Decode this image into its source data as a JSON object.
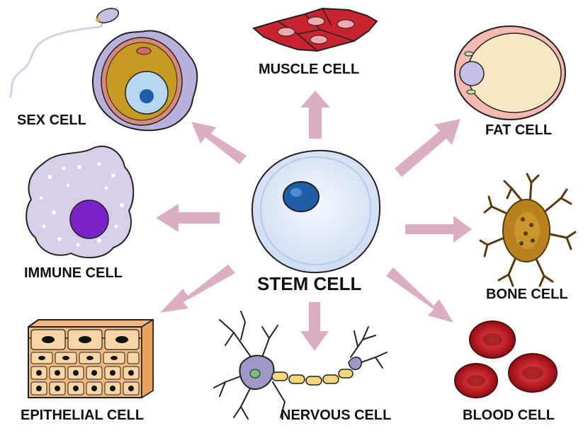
{
  "center": {
    "label": "STEM CELL"
  },
  "cells": {
    "muscle": "MUSCLE CELL",
    "fat": "FAT CELL",
    "bone": "BONE CELL",
    "blood": "BLOOD CELL",
    "nervous": "NERVOUS CELL",
    "epithelial": "EPITHELIAL CELL",
    "immune": "IMMUNE CELL",
    "sex": "SEX CELL"
  },
  "colors": {
    "arrow": "#dcaec3",
    "stem_cytoplasm": "#dfe9f7",
    "stem_nucleus": "#1f5fa8",
    "muscle": "#c8232e",
    "fat": "#f7e7c2",
    "bone": "#b8821f",
    "blood": "#b71c23",
    "nervous": "#9f98c7",
    "axon": "#f3d67a",
    "epithelial": "#f2b77a",
    "immune_cytoplasm": "#d9ceea",
    "immune_nucleus": "#7b22c9",
    "sex_yolk": "#c79a22",
    "sex_outer": "#b9b0de"
  }
}
